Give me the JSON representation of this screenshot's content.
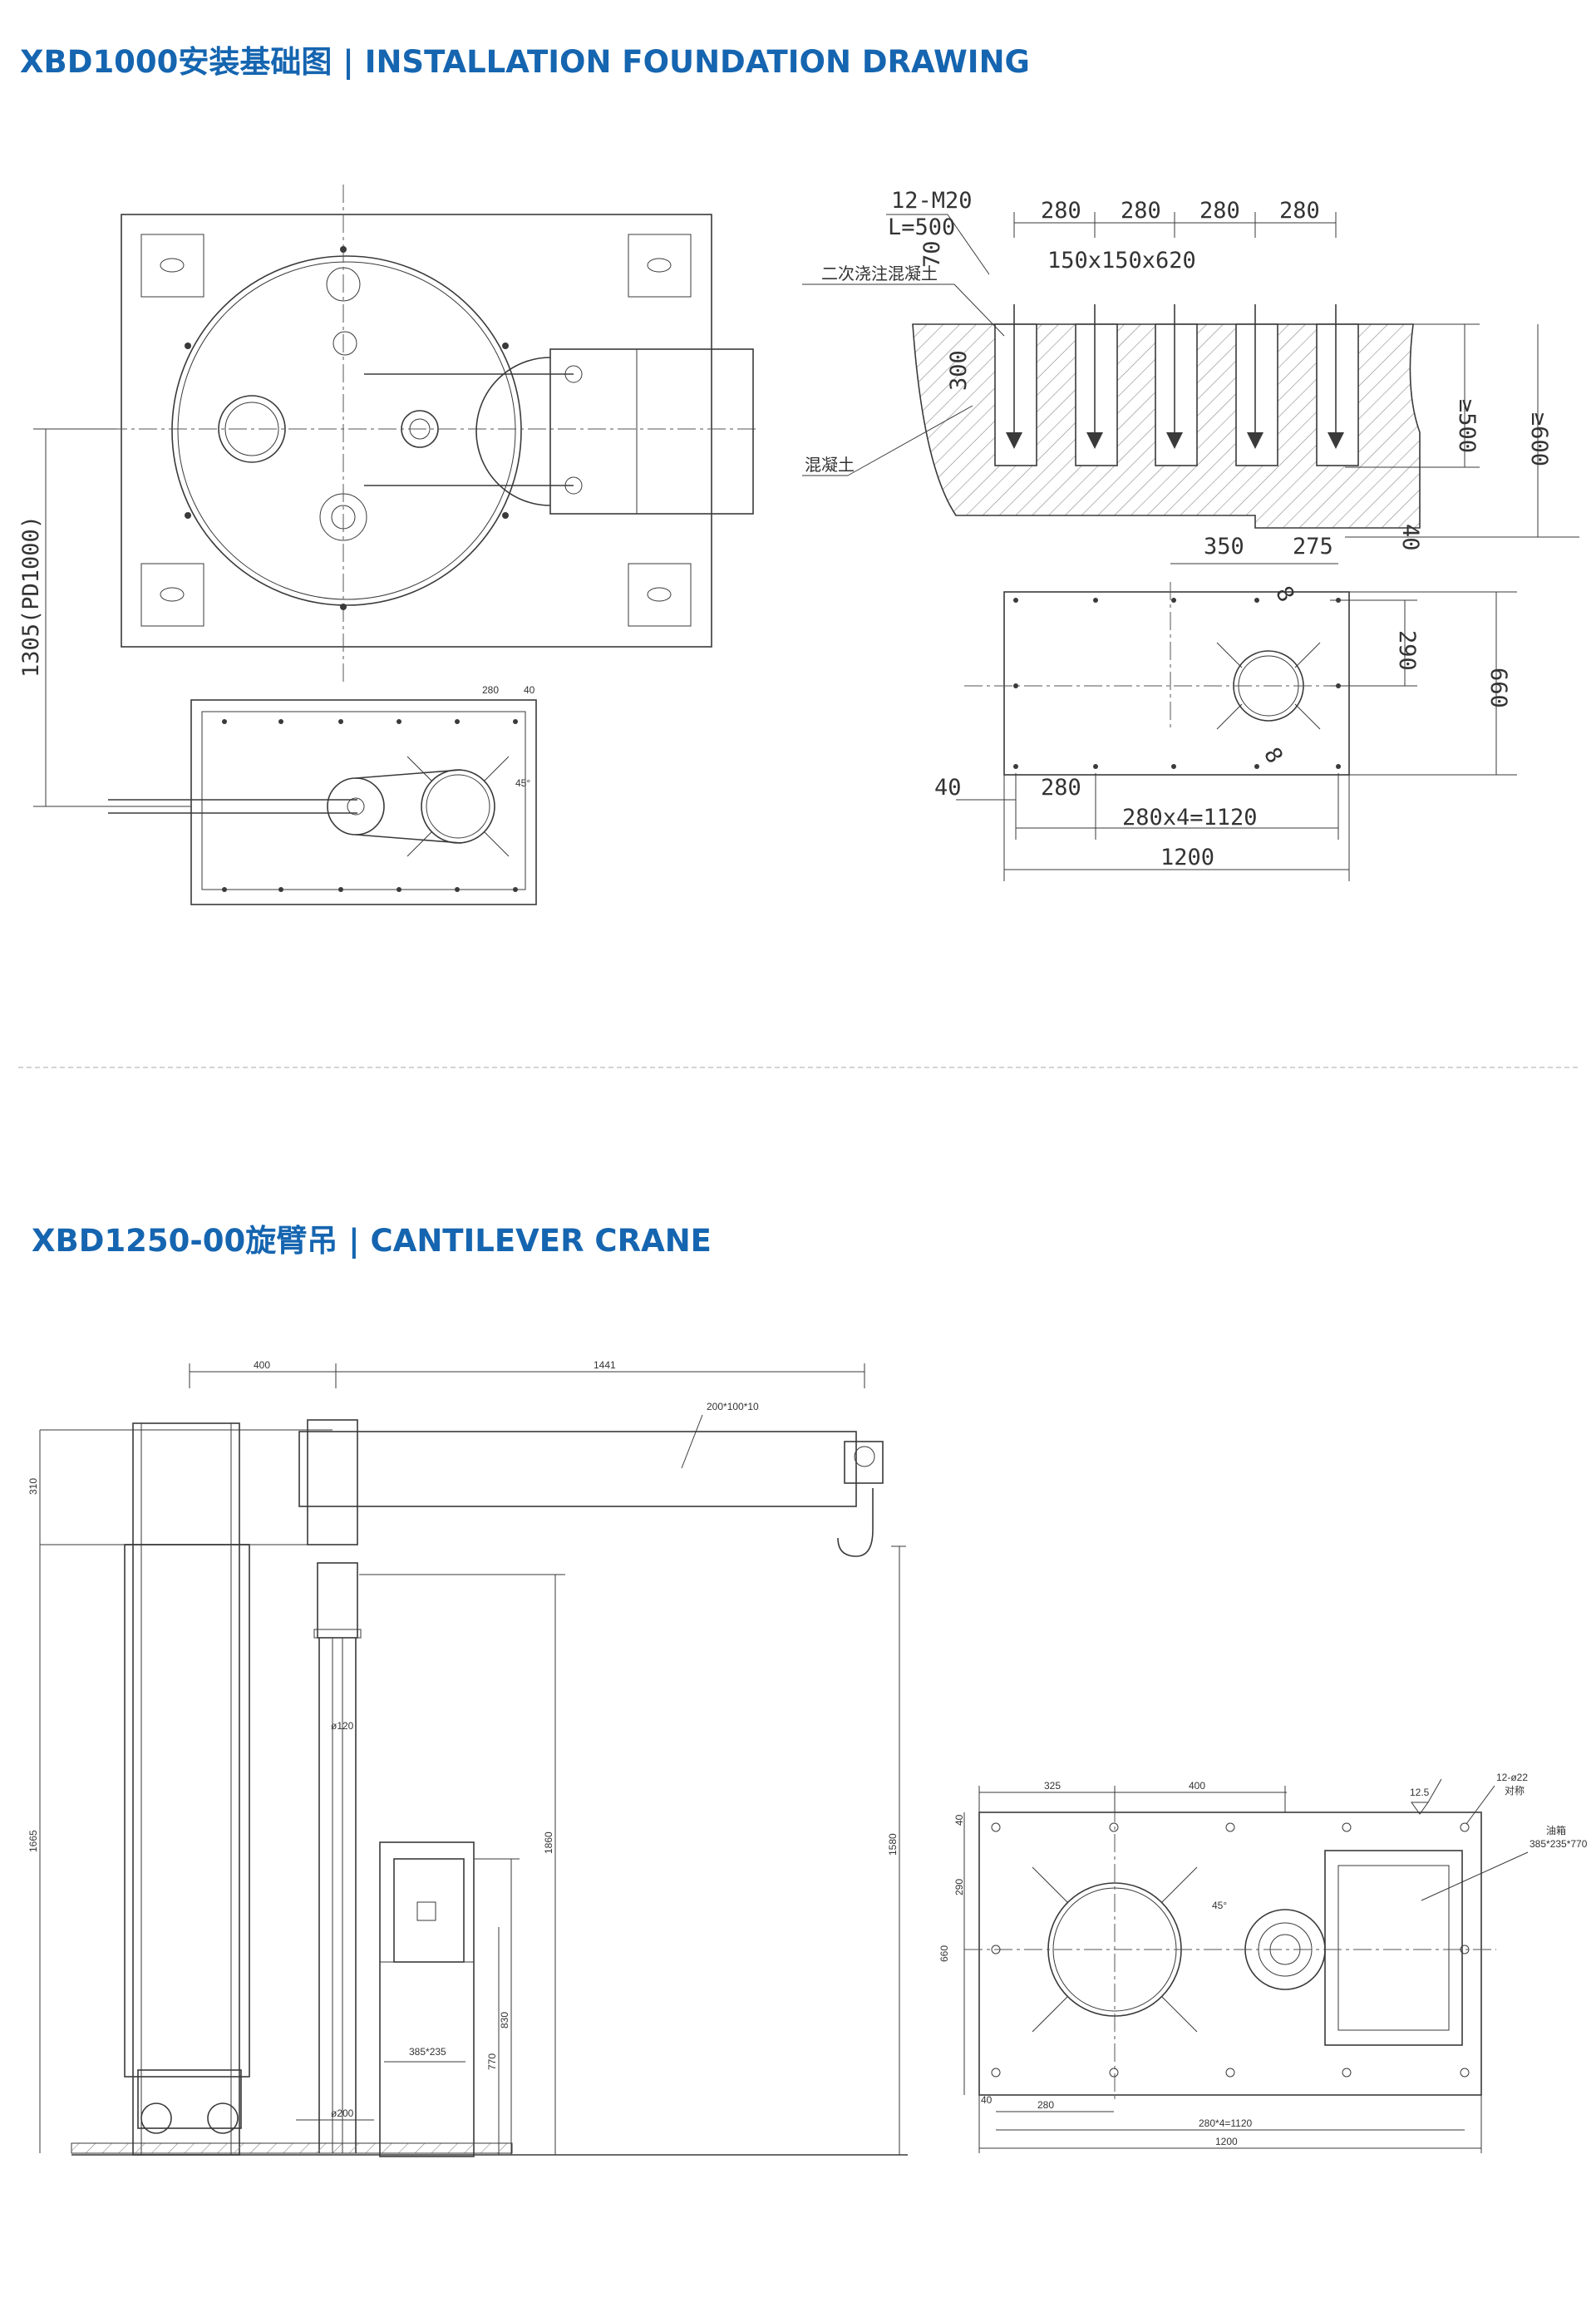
{
  "section1": {
    "title": "XBD1000安装基础图 | INSTALLATION FOUNDATION DRAWING",
    "labels": {
      "bolt_spec": "12-M20",
      "bolt_length": "L=500",
      "secondary_pour": "二次浇注混凝土",
      "concrete": "混凝土",
      "pocket_size": "150x150x620",
      "base_dim": "1305(PD1000)",
      "angle": "45°"
    },
    "dims": {
      "spacing": "280",
      "d70": "70",
      "d300": "300",
      "d500": "≥500",
      "d600": "≥600",
      "d40": "40",
      "d350": "350",
      "d275": "275",
      "d290": "290",
      "d660": "660",
      "d8": "8",
      "d280x4": "280x4=1120",
      "d1200": "1200",
      "d40b": "40"
    }
  },
  "section2": {
    "title": "XBD1250-00旋臂吊 | CANTILEVER CRANE",
    "labels": {
      "beam_spec": "200*100*10",
      "d400": "400",
      "d1441": "1441",
      "d310": "310",
      "d1665": "1665",
      "d1860": "1860",
      "d1580": "1580",
      "d830": "830",
      "d770": "770",
      "phi120": "ø120",
      "phi200": "ø200",
      "box_size": "385*235",
      "plan_325": "325",
      "plan_400": "400",
      "plan_40": "40",
      "plan_290": "290",
      "plan_660": "660",
      "plan_280": "280",
      "plan_280x4": "280*4=1120",
      "plan_1200": "1200",
      "plan_40b": "40",
      "angle": "45°",
      "rough": "12.5",
      "holes": "12-ø22",
      "sym": "对称",
      "tank": "油箱",
      "tank_size": "385*235*770"
    }
  }
}
